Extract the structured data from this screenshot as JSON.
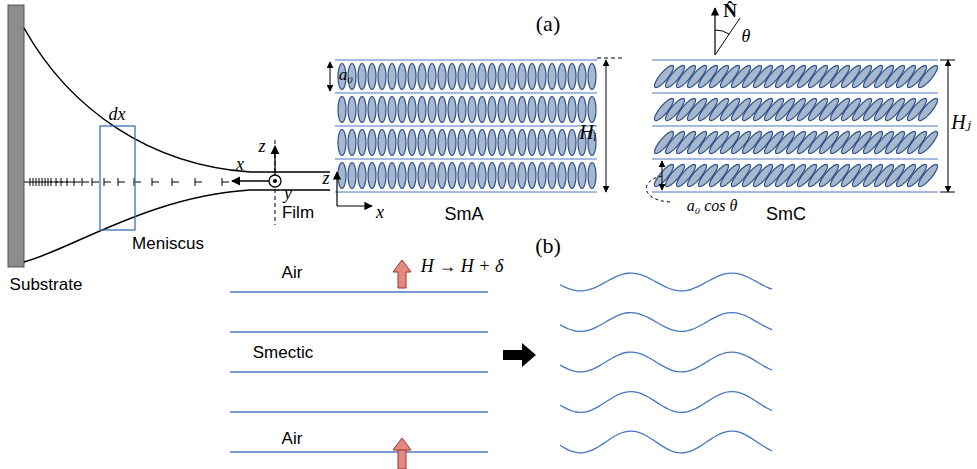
{
  "diagram": {
    "labels": [
      "(a)",
      "dx",
      "Meniscus",
      "Film",
      "Substrate",
      "x",
      "z",
      "y",
      "a₀",
      "Hᵢ",
      "z",
      "x",
      "SmA",
      "N̂",
      "θ",
      "Hⱼ",
      "a₀ cos θ",
      "SmC",
      "(b)",
      "Air",
      "H → H + δ",
      "Smectic",
      "Air"
    ]
  }
}
